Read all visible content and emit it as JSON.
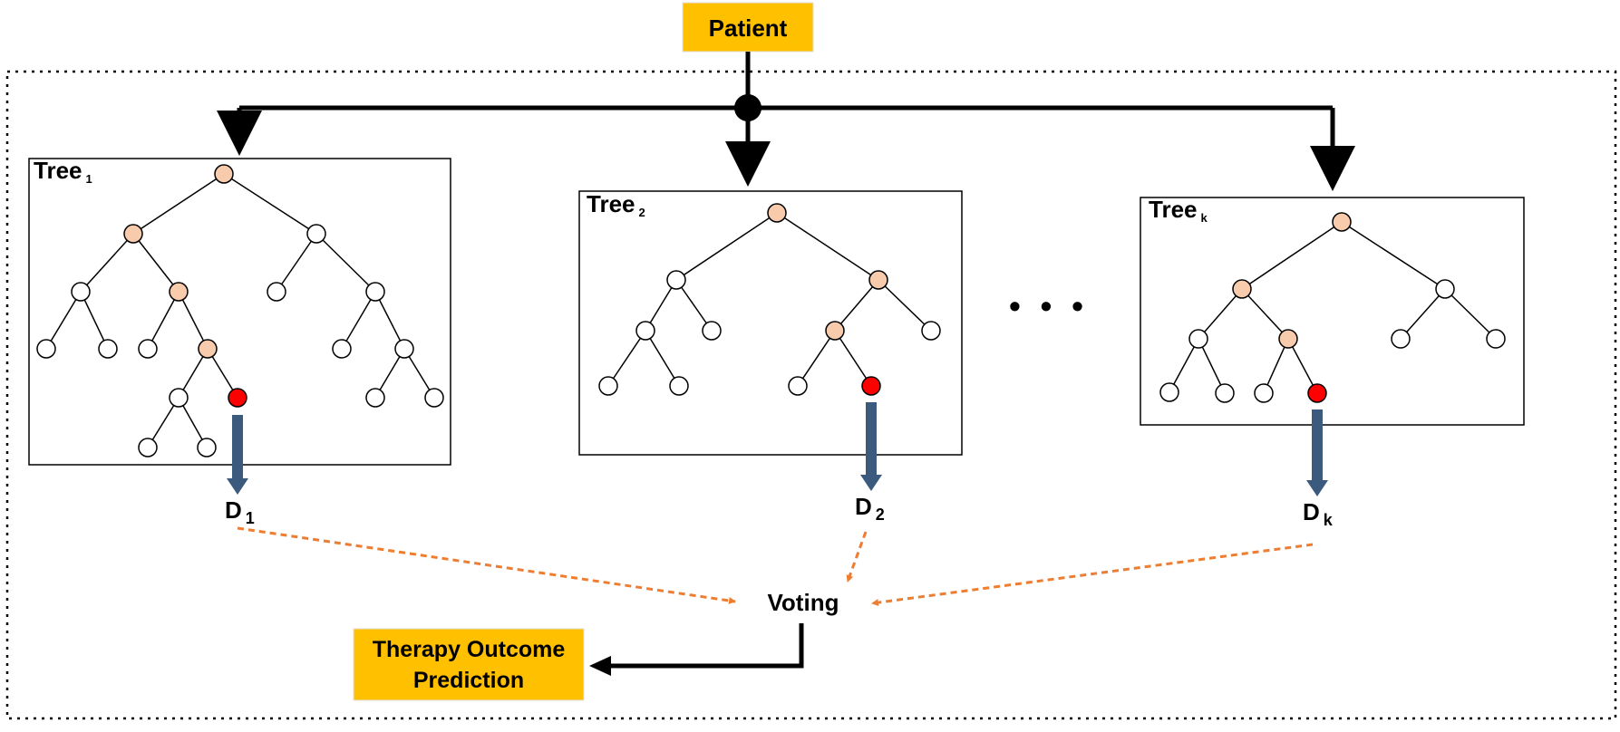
{
  "patient": {
    "label": "Patient",
    "color": "#FFC000"
  },
  "trees": [
    {
      "name": "Tree",
      "sub": "1",
      "decision": "D",
      "decision_sub": "1"
    },
    {
      "name": "Tree",
      "sub": "2",
      "decision": "D",
      "decision_sub": "2"
    },
    {
      "name": "Tree",
      "sub": "k",
      "decision": "D",
      "decision_sub": "k"
    }
  ],
  "ellipsis": "• • •",
  "voting": {
    "label": "Voting"
  },
  "outcome": {
    "line1": "Therapy Outcome",
    "line2": "Prediction",
    "color": "#FFC000"
  },
  "colors": {
    "node_path": "#F8CBAD",
    "node_plain": "#FFFFFF",
    "node_leaf": "#FF0000",
    "decision_arrow": "#3B5A7E",
    "vote_arrow": "#ED7D31",
    "connector": "#000000"
  }
}
